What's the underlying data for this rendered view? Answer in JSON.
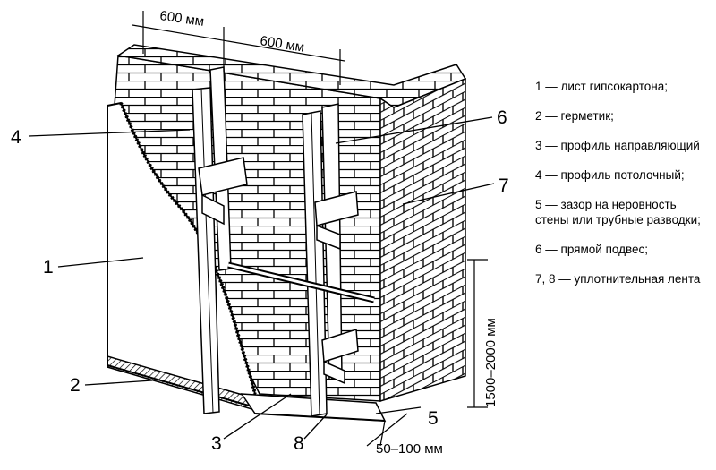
{
  "dimensions": {
    "spacing_left": "600 мм",
    "spacing_right": "600 мм",
    "height_range": "1500–2000 мм",
    "gap_range": "50–100 мм"
  },
  "callouts": [
    "1",
    "2",
    "3",
    "4",
    "5",
    "6",
    "7",
    "8"
  ],
  "legend": [
    {
      "key": "1",
      "text": "1 — лист гипсокартона;"
    },
    {
      "key": "2",
      "text": "2 — герметик;"
    },
    {
      "key": "3",
      "text": "3 — профиль направляющий"
    },
    {
      "key": "4",
      "text": "4 — профиль потолочный;"
    },
    {
      "key": "5",
      "text": "5 — зазор на неровность стены или трубные разводки;"
    },
    {
      "key": "6",
      "text": "6 — прямой подвес;"
    },
    {
      "key": "7",
      "text": "7, 8 — уплотнительная лента"
    }
  ],
  "colors": {
    "line": "#000000",
    "background": "#ffffff",
    "board": "#ffffff"
  }
}
